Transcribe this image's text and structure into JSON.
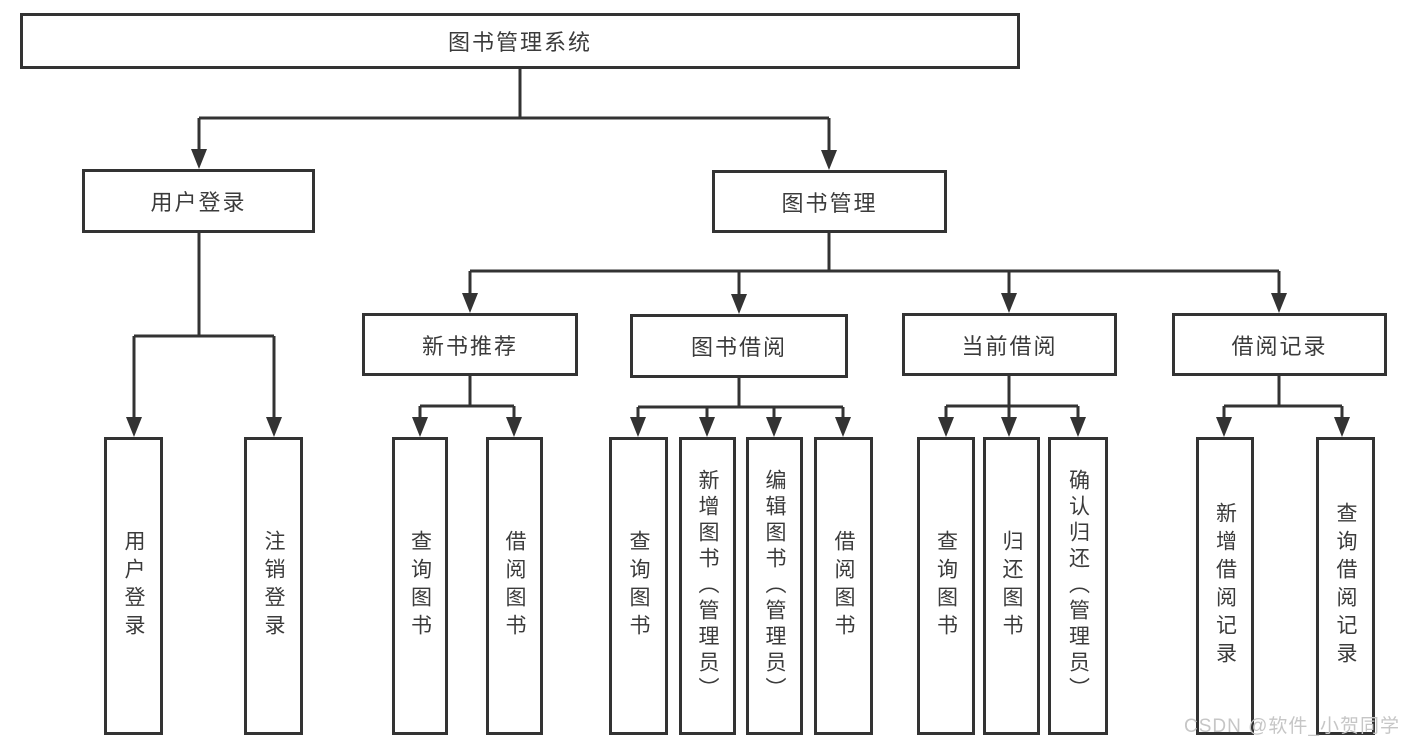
{
  "diagram": {
    "title": "图书管理系统",
    "type": "hierarchy-tree",
    "colors": {
      "line": "#333333",
      "box_border": "#333333",
      "text": "#3b3b3b",
      "background": "#ffffff",
      "watermark": "#c6c6c6"
    },
    "tree": {
      "root": {
        "label": "图书管理系统",
        "children": [
          {
            "label": "用户登录",
            "children": [
              {
                "label": "用户登录"
              },
              {
                "label": "注销登录"
              }
            ]
          },
          {
            "label": "图书管理",
            "children": [
              {
                "label": "新书推荐",
                "children": [
                  {
                    "label": "查询图书"
                  },
                  {
                    "label": "借阅图书"
                  }
                ]
              },
              {
                "label": "图书借阅",
                "children": [
                  {
                    "label": "查询图书"
                  },
                  {
                    "label": "新增图书（管理员）"
                  },
                  {
                    "label": "编辑图书（管理员）"
                  },
                  {
                    "label": "借阅图书"
                  }
                ]
              },
              {
                "label": "当前借阅",
                "children": [
                  {
                    "label": "查询图书"
                  },
                  {
                    "label": "归还图书"
                  },
                  {
                    "label": "确认归还（管理员）"
                  }
                ]
              },
              {
                "label": "借阅记录",
                "children": [
                  {
                    "label": "新增借阅记录"
                  },
                  {
                    "label": "查询借阅记录"
                  }
                ]
              }
            ]
          }
        ]
      }
    },
    "watermark": "CSDN @软件_小贺同学"
  }
}
